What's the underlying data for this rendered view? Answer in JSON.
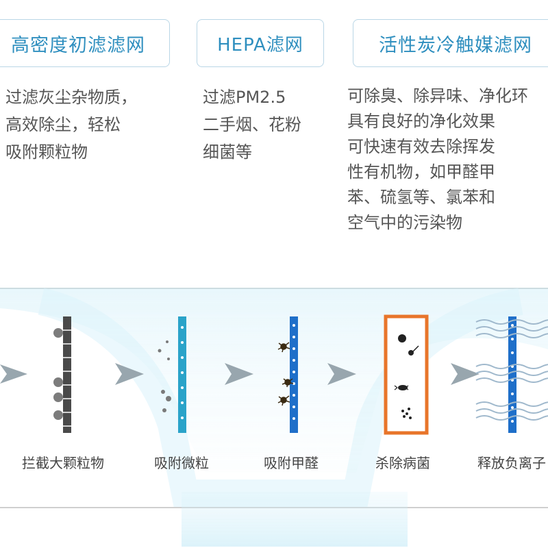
{
  "filters": [
    {
      "name": "高密度初滤滤网",
      "description": [
        "过滤灰尘杂物质，",
        "高效除尘，轻松",
        "吸附颗粒物"
      ]
    },
    {
      "name": "HEPA滤网",
      "description": [
        "过滤PM2.5",
        "二手烟、花粉",
        "细菌等"
      ]
    },
    {
      "name": "活性炭冷触媒滤网",
      "description": [
        "可除臭、除异味、净化环",
        "具有良好的净化效果",
        "可快速有效去除挥发",
        "性有机物，如甲醛甲",
        "苯、硫氢等、氯苯和",
        "空气中的污染物"
      ]
    }
  ],
  "process_steps": [
    {
      "label": "拦截大颗粒物",
      "icon": "coarse-filter-bar-icon"
    },
    {
      "label": "吸附微粒",
      "icon": "hepa-filter-bar-icon"
    },
    {
      "label": "吸附甲醛",
      "icon": "carbon-filter-bar-icon"
    },
    {
      "label": "杀除病菌",
      "icon": "sterilizer-panel-icon"
    },
    {
      "label": "释放负离子",
      "icon": "ionizer-bar-icon"
    }
  ],
  "colors": {
    "tag_text": "#2f8fbf",
    "tag_border": "#b9d6e6",
    "description_text": "#555555",
    "coarse_bar": "#4a4a4a",
    "hepa_bar": "#2aa3c9",
    "carbon_bar": "#1f6fc9",
    "sterilizer_border": "#e8752a",
    "air_glow": "#b5e3f3",
    "arrow": "#8c9aa3"
  }
}
